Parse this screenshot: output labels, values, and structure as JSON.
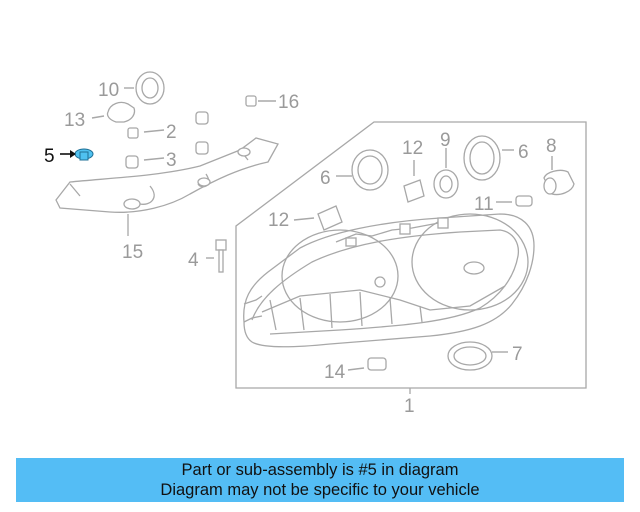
{
  "callouts": {
    "c1": "1",
    "c2": "2",
    "c3": "3",
    "c4": "4",
    "c5": "5",
    "c6a": "6",
    "c6b": "6",
    "c7": "7",
    "c8": "8",
    "c9": "9",
    "c10": "10",
    "c11": "11",
    "c12a": "12",
    "c12b": "12",
    "c13": "13",
    "c14": "14",
    "c15": "15",
    "c16": "16"
  },
  "highlighted_part": "5",
  "colors": {
    "highlight_part": "#4fc1f0",
    "banner": "#54bdf5",
    "drawing_lines": "#a8a8a8"
  },
  "banner": {
    "line1": "Part or sub-assembly is #5 in diagram",
    "line2": "Diagram may not be specific to your vehicle"
  }
}
